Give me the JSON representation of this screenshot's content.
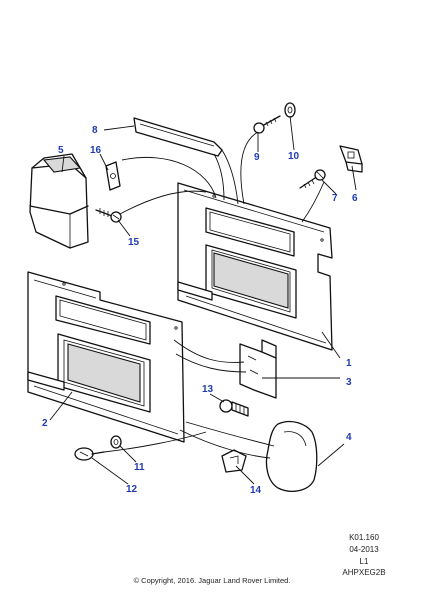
{
  "callouts": {
    "c1": "1",
    "c2": "2",
    "c3": "3",
    "c4": "4",
    "c5": "5",
    "c6": "6",
    "c7": "7",
    "c8": "8",
    "c9": "9",
    "c10": "10",
    "c11": "11",
    "c12": "12",
    "c13": "13",
    "c14": "14",
    "c15": "15",
    "c16": "16"
  },
  "footer": {
    "code": "K01.160",
    "date": "04-2013",
    "level": "L1",
    "ref": "AHPXEG2B",
    "copyright": "© Copyright, 2016. Jaguar Land Rover Limited."
  },
  "colors": {
    "callout": "#1f3bb3",
    "line": "#111111"
  }
}
